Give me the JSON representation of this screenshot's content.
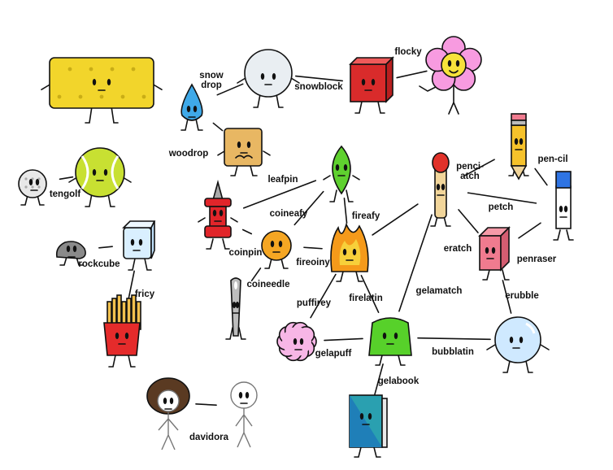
{
  "diagram": {
    "characters": [
      {
        "key": "spongy",
        "name": "",
        "color": "#f2d52b"
      },
      {
        "key": "teardrop",
        "name": "",
        "color": "#3fa9e8"
      },
      {
        "key": "snowball",
        "name": "",
        "color": "#e9eef2"
      },
      {
        "key": "blocky",
        "name": "",
        "color": "#d92b2b"
      },
      {
        "key": "flower",
        "name": "",
        "color": "#f79be0"
      },
      {
        "key": "woody",
        "name": "",
        "color": "#e8b763"
      },
      {
        "key": "golfball",
        "name": "",
        "color": "#e8e8e8"
      },
      {
        "key": "tennisball",
        "name": "",
        "color": "#c8e032"
      },
      {
        "key": "leafy",
        "name": "",
        "color": "#5fd12f"
      },
      {
        "key": "pin",
        "name": "",
        "color": "#e1252a"
      },
      {
        "key": "coiny",
        "name": "",
        "color": "#f5a623"
      },
      {
        "key": "firey",
        "name": "",
        "color": "#f59a1a"
      },
      {
        "key": "match",
        "name": "",
        "color": "#f1d59a"
      },
      {
        "key": "pencil",
        "name": "",
        "color": "#f6c22b"
      },
      {
        "key": "pen",
        "name": "",
        "color": "#2f74e3"
      },
      {
        "key": "eraser",
        "name": "",
        "color": "#f07b8f"
      },
      {
        "key": "rocky",
        "name": "",
        "color": "#8a8a8a"
      },
      {
        "key": "icecube",
        "name": "",
        "color": "#d9efff"
      },
      {
        "key": "fries",
        "name": "",
        "color": "#e52b2b"
      },
      {
        "key": "needle",
        "name": "",
        "color": "#bdbdbd"
      },
      {
        "key": "puffball",
        "name": "",
        "color": "#f7b6e6"
      },
      {
        "key": "gelatin",
        "name": "",
        "color": "#57d12a"
      },
      {
        "key": "bubble",
        "name": "",
        "color": "#cfe9ff"
      },
      {
        "key": "book",
        "name": "",
        "color": "#2aa0b0"
      },
      {
        "key": "david",
        "name": "",
        "color": "#ffffff"
      },
      {
        "key": "dora",
        "name": "",
        "color": "#5a3a22"
      }
    ],
    "ships": [
      {
        "from": "teardrop",
        "to": "snowball",
        "label_lines": [
          "snow",
          "drop"
        ]
      },
      {
        "from": "snowball",
        "to": "blocky",
        "label_lines": [
          "snowblock"
        ]
      },
      {
        "from": "blocky",
        "to": "flower",
        "label_lines": [
          "flocky"
        ]
      },
      {
        "from": "teardrop",
        "to": "woody",
        "label_lines": [
          "woodrop"
        ]
      },
      {
        "from": "golfball",
        "to": "tennisball",
        "label_lines": [
          "tengolf"
        ]
      },
      {
        "from": "pin",
        "to": "leafy",
        "label_lines": [
          "leafpin"
        ]
      },
      {
        "from": "coiny",
        "to": "leafy",
        "label_lines": [
          "coineafy"
        ]
      },
      {
        "from": "leafy",
        "to": "firey",
        "label_lines": [
          "fireafy"
        ]
      },
      {
        "from": "pin",
        "to": "coiny",
        "label_lines": [
          "coinpin"
        ]
      },
      {
        "from": "coiny",
        "to": "firey",
        "label_lines": [
          "fireoiny"
        ]
      },
      {
        "from": "coiny",
        "to": "needle",
        "label_lines": [
          "coineedle"
        ]
      },
      {
        "from": "firey",
        "to": "match",
        "label_lines": []
      },
      {
        "from": "match",
        "to": "pencil",
        "label_lines": [
          "penci-",
          "atch"
        ]
      },
      {
        "from": "pencil",
        "to": "pen",
        "label_lines": [
          "pen-cil"
        ]
      },
      {
        "from": "match",
        "to": "pen",
        "label_lines": [
          "petch"
        ]
      },
      {
        "from": "match",
        "to": "eraser",
        "label_lines": [
          "eratch"
        ]
      },
      {
        "from": "eraser",
        "to": "pen",
        "label_lines": [
          "penraser"
        ]
      },
      {
        "from": "rocky",
        "to": "icecube",
        "label_lines": [
          "rockcube"
        ]
      },
      {
        "from": "icecube",
        "to": "fries",
        "label_lines": [
          "fricy"
        ]
      },
      {
        "from": "firey",
        "to": "puffball",
        "label_lines": [
          "puffirey"
        ]
      },
      {
        "from": "firey",
        "to": "gelatin",
        "label_lines": [
          "firelatin"
        ]
      },
      {
        "from": "match",
        "to": "gelatin",
        "label_lines": [
          "gelamatch"
        ]
      },
      {
        "from": "eraser",
        "to": "bubble",
        "label_lines": [
          "erubble"
        ]
      },
      {
        "from": "puffball",
        "to": "gelatin",
        "label_lines": [
          "gelapuff"
        ]
      },
      {
        "from": "gelatin",
        "to": "bubble",
        "label_lines": [
          "bubblatin"
        ]
      },
      {
        "from": "gelatin",
        "to": "book",
        "label_lines": [
          "gelabook"
        ]
      },
      {
        "from": "dora",
        "to": "david",
        "label_lines": [
          "davidora"
        ]
      }
    ]
  }
}
